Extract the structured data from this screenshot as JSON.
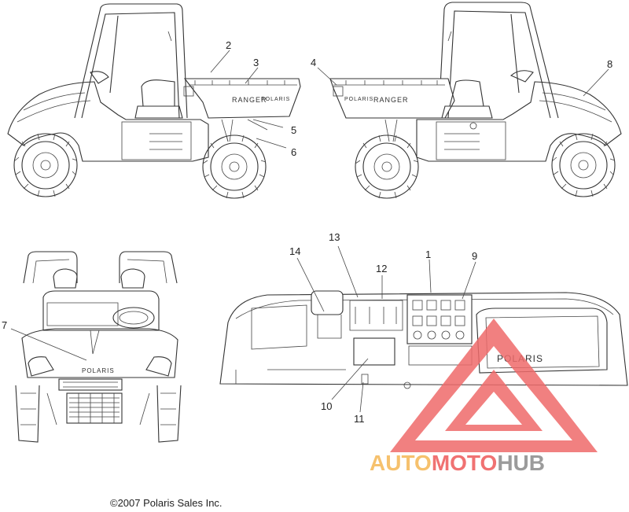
{
  "callouts": {
    "c1": "1",
    "c2": "2",
    "c3": "3",
    "c4": "4",
    "c5": "5",
    "c6": "6",
    "c7": "7",
    "c8": "8",
    "c9": "9",
    "c10": "10",
    "c11": "11",
    "c12": "12",
    "c13": "13",
    "c14": "14"
  },
  "decals": {
    "ranger_left": "RANGER",
    "polaris_left": "POLARIS",
    "polaris_right": "POLARIS",
    "ranger_right": "RANGER",
    "polaris_front": "POLARIS",
    "polaris_dash": "POLARIS"
  },
  "copyright": "©2007 Polaris Sales Inc.",
  "watermark": {
    "part1": "AUTO",
    "part2": "MOTO",
    "part3": "HUB",
    "colors": {
      "auto": "#f5b754",
      "moto": "#ee5a5a",
      "hub": "#8a8a8a",
      "triangle": "#ef6b6b"
    }
  }
}
